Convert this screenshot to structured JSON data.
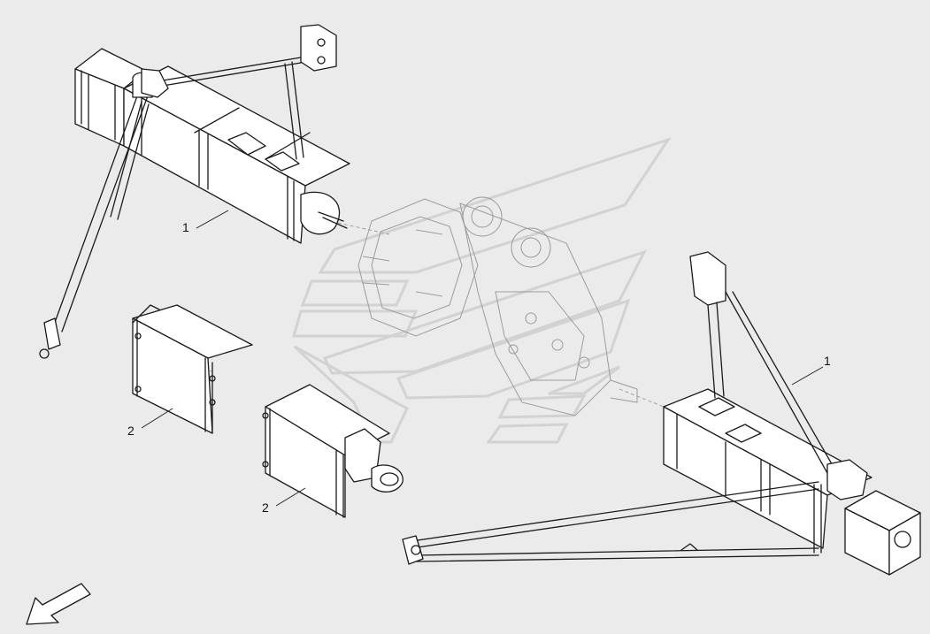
{
  "callouts": [
    {
      "id": "c1",
      "label": "1"
    },
    {
      "id": "c2",
      "label": "1"
    },
    {
      "id": "c3",
      "label": "2"
    },
    {
      "id": "c4",
      "label": "2"
    }
  ],
  "colors": {
    "background": "#ebebeb",
    "line": "#1a1a1a",
    "watermark": "#d2d2d2",
    "hidden_part": "#9c9c9c"
  },
  "icons": [
    "view-direction-arrow-icon",
    "watermark-logo"
  ]
}
